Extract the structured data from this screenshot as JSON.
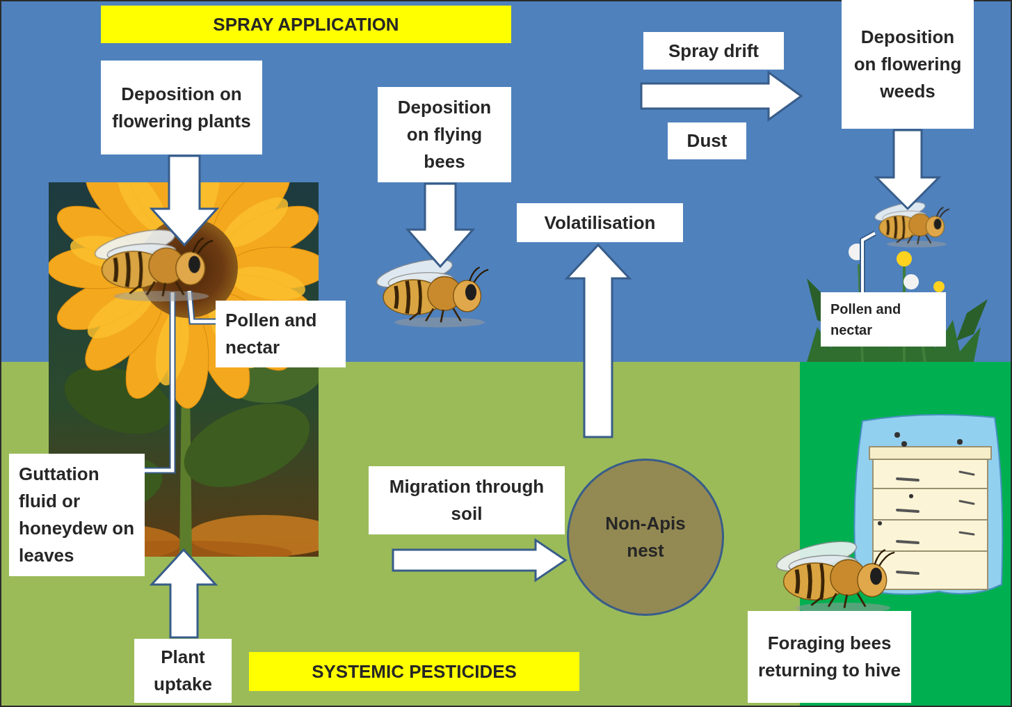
{
  "diagram": {
    "nodes": [
      {
        "text": [
          "SPRAY APPLICATION"
        ]
      },
      {
        "text": [
          "Deposition on flowering plants"
        ]
      },
      {
        "text": [
          "Deposition on flying bees"
        ]
      },
      {
        "text": [
          "Spray drift"
        ]
      },
      {
        "text": [
          "Deposition on flowering weeds"
        ]
      },
      {
        "text": [
          "Dust"
        ]
      },
      {
        "text": [
          "Volatilisation"
        ]
      },
      {
        "text": [
          "Pollen and nectar"
        ]
      },
      {
        "text": [
          "Pollen and nectar"
        ]
      },
      {
        "text": [
          "Guttation fluid or honeydew on leaves"
        ]
      },
      {
        "text": [
          "Migration through soil"
        ]
      },
      {
        "text": [
          "Non-Apis nest"
        ]
      },
      {
        "text": [
          "Foraging bees returning to hive"
        ]
      },
      {
        "text": [
          "Plant uptake"
        ]
      },
      {
        "text": [
          "SYSTEMIC PESTICIDES"
        ]
      }
    ]
  }
}
